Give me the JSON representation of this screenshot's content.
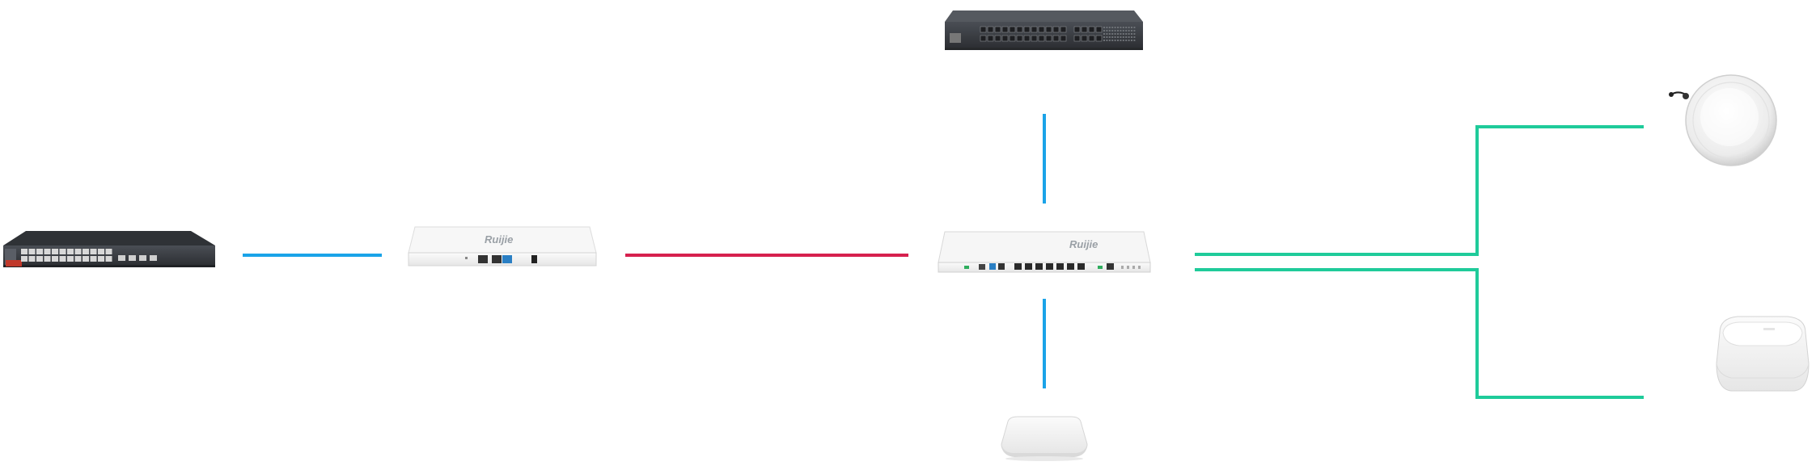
{
  "diagram": {
    "colors": {
      "link_blue": "#1aa3e8",
      "link_red": "#d6204e",
      "link_green": "#1fcb9a",
      "device_dark": "#3a3d42",
      "device_light": "#f3f3f3"
    },
    "devices": {
      "core_switch": {
        "icon": "rack-switch-24port-icon"
      },
      "gateway": {
        "icon": "desktop-gateway-icon",
        "brand_text": "Ruijie"
      },
      "controller": {
        "icon": "ac-controller-icon",
        "brand_text": "Ruijie"
      },
      "aggregation_switch": {
        "icon": "sfp-switch-icon"
      },
      "ceiling_ap_bottom": {
        "icon": "ceiling-access-point-icon"
      },
      "ceiling_ap_round": {
        "icon": "round-access-point-icon"
      },
      "ceiling_ap_dome": {
        "icon": "dome-access-point-icon"
      }
    },
    "links": [
      {
        "from": "core_switch",
        "to": "gateway",
        "color": "link_blue"
      },
      {
        "from": "gateway",
        "to": "controller",
        "color": "link_red"
      },
      {
        "from": "controller",
        "to": "aggregation_switch",
        "color": "link_blue"
      },
      {
        "from": "controller",
        "to": "ceiling_ap_bottom",
        "color": "link_blue"
      },
      {
        "from": "controller",
        "to": "ceiling_ap_round",
        "color": "link_green"
      },
      {
        "from": "controller",
        "to": "ceiling_ap_dome",
        "color": "link_green"
      }
    ]
  }
}
